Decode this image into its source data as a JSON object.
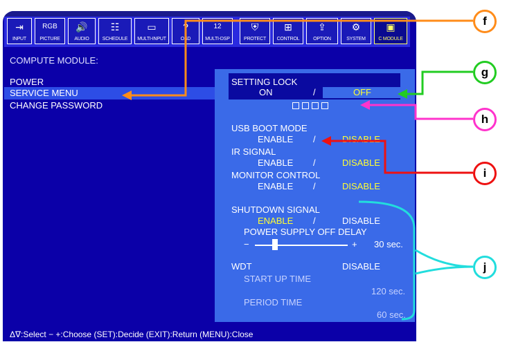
{
  "toolbar": {
    "items": [
      {
        "label": "INPUT",
        "icon": "input-icon",
        "glyph": "⇥"
      },
      {
        "label": "PICTURE",
        "icon": "picture-icon",
        "glyph": "RGB"
      },
      {
        "label": "AUDIO",
        "icon": "speaker-icon",
        "glyph": "🔊"
      },
      {
        "label": "SCHEDULE",
        "icon": "schedule-icon",
        "glyph": "☷"
      },
      {
        "label": "MULTI-INPUT",
        "icon": "multi-input-icon",
        "glyph": "▭"
      },
      {
        "label": "OSD",
        "icon": "osd-icon",
        "glyph": "?"
      },
      {
        "label": "MULTI-DSP",
        "icon": "multi-display-icon",
        "glyph": "12"
      },
      {
        "label": "PROTECT",
        "icon": "shield-icon",
        "glyph": "⛨"
      },
      {
        "label": "CONTROL",
        "icon": "control-icon",
        "glyph": "⊞"
      },
      {
        "label": "OPTION",
        "icon": "option-icon",
        "glyph": "⇪"
      },
      {
        "label": "SYSTEM",
        "icon": "gear-icon",
        "glyph": "⚙"
      },
      {
        "label": "C MODULE",
        "icon": "compute-module-icon",
        "glyph": "▣"
      }
    ]
  },
  "menu": {
    "title": "COMPUTE MODULE:",
    "items": [
      "POWER",
      "SERVICE MENU",
      "CHANGE PASSWORD"
    ],
    "selected_index": 1
  },
  "panel": {
    "setting_lock": {
      "label": "SETTING LOCK",
      "on": "ON",
      "sep": "/",
      "off": "OFF"
    },
    "usb_boot": {
      "label": "USB BOOT MODE",
      "enable": "ENABLE",
      "sep": "/",
      "disable": "DISABLE"
    },
    "ir_signal": {
      "label": "IR SIGNAL",
      "enable": "ENABLE",
      "sep": "/",
      "disable": "DISABLE"
    },
    "monitor_control": {
      "label": "MONITOR CONTROL",
      "enable": "ENABLE",
      "sep": "/",
      "disable": "DISABLE"
    },
    "shutdown_signal": {
      "label": "SHUTDOWN SIGNAL",
      "enable": "ENABLE",
      "sep": "/",
      "disable": "DISABLE"
    },
    "power_supply_off_delay": {
      "label": "POWER SUPPLY OFF DELAY",
      "minus": "−",
      "plus": "+",
      "value": "30 sec.",
      "level": 0.22
    },
    "wdt": {
      "label": "WDT",
      "value": "DISABLE"
    },
    "start_up_time": {
      "label": "START UP TIME",
      "value": "120 sec."
    },
    "period_time": {
      "label": "PERIOD TIME",
      "value": "60 sec."
    }
  },
  "status_bar": "Δ∇:Select − +:Choose (SET):Decide (EXIT):Return (MENU):Close",
  "callouts": [
    {
      "label": "f",
      "color": "#ff8c1a"
    },
    {
      "label": "g",
      "color": "#22cc22"
    },
    {
      "label": "h",
      "color": "#ff33cc"
    },
    {
      "label": "i",
      "color": "#ee1111"
    },
    {
      "label": "j",
      "color": "#22dddd"
    }
  ]
}
